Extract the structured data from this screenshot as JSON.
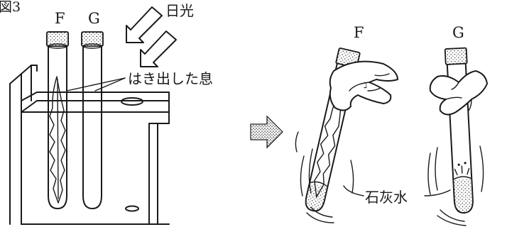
{
  "figure_label": "図3",
  "labels": {
    "tube_f_left": "F",
    "tube_g_left": "G",
    "sunlight": "日光",
    "exhaled_breath": "はき出した息",
    "tube_f_right": "F",
    "tube_g_right": "G",
    "limewater": "石灰水"
  }
}
